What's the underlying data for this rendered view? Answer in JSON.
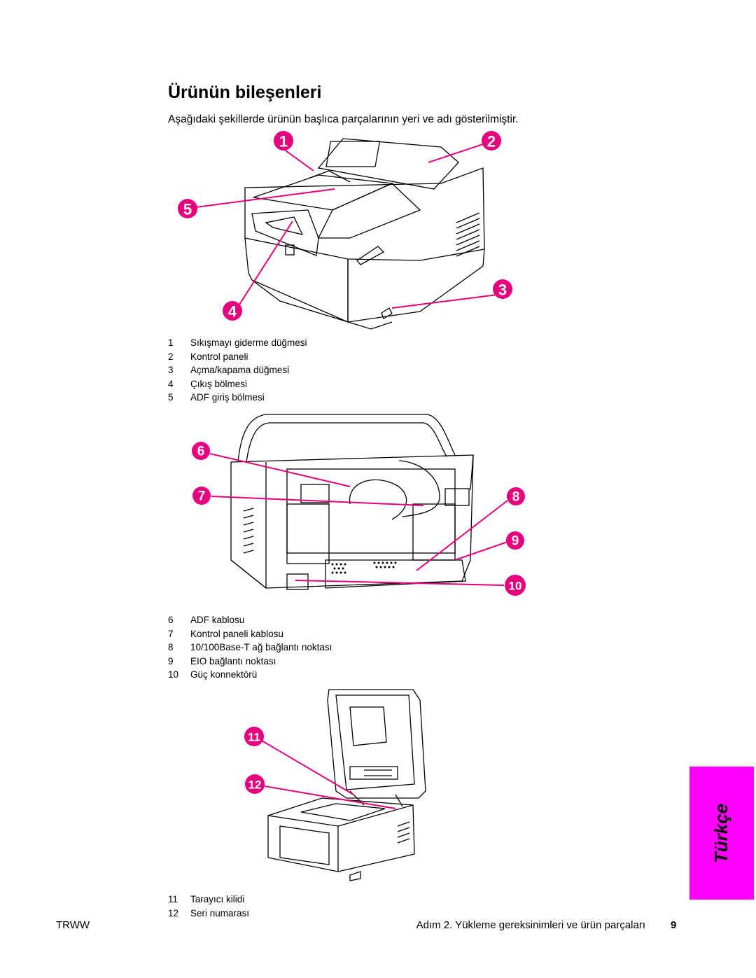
{
  "page": {
    "title": "Ürünün bileşenleri",
    "intro": "Aşağıdaki şekillerde ürünün başlıca parçalarının yeri ve adı gösterilmiştir."
  },
  "accent_color": "#e6007e",
  "figure1": {
    "callouts": [
      "1",
      "2",
      "3",
      "4",
      "5"
    ],
    "legend": [
      {
        "num": "1",
        "label": "Sıkışmayı giderme düğmesi"
      },
      {
        "num": "2",
        "label": "Kontrol paneli"
      },
      {
        "num": "3",
        "label": "Açma/kapama düğmesi"
      },
      {
        "num": "4",
        "label": "Çıkış bölmesi"
      },
      {
        "num": "5",
        "label": "ADF giriş bölmesi"
      }
    ]
  },
  "figure2": {
    "callouts": [
      "6",
      "7",
      "8",
      "9",
      "10"
    ],
    "legend": [
      {
        "num": "6",
        "label": "ADF kablosu"
      },
      {
        "num": "7",
        "label": "Kontrol paneli kablosu"
      },
      {
        "num": "8",
        "label": "10/100Base-T ağ bağlantı noktası"
      },
      {
        "num": "9",
        "label": "EIO bağlantı noktası"
      },
      {
        "num": "10",
        "label": "Güç konnektörü"
      }
    ]
  },
  "figure3": {
    "callouts": [
      "11",
      "12"
    ],
    "legend": [
      {
        "num": "11",
        "label": "Tarayıcı kilidi"
      },
      {
        "num": "12",
        "label": "Seri numarası"
      }
    ]
  },
  "side_tab": {
    "label": "Türkçe",
    "color": "#ff00ff"
  },
  "footer": {
    "left": "TRWW",
    "right": "Adım 2. Yükleme gereksinimleri ve ürün parçaları",
    "page_number": "9"
  }
}
